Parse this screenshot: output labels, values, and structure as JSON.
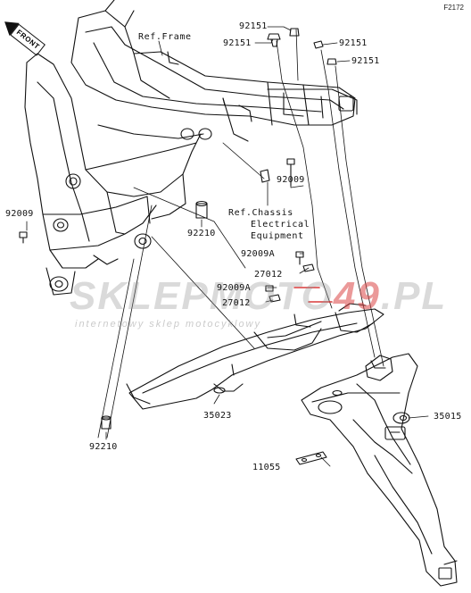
{
  "diagram": {
    "figure_code": "F2172",
    "front_marker": "FRONT",
    "watermark": {
      "brand_left": "SKLEPMOTO",
      "brand_mid": "49",
      "brand_right": ".PL",
      "tagline": "internetowy sklep motocyklowy"
    },
    "callouts": {
      "p92151_a": "92151",
      "p92151_b": "92151",
      "p92151_c": "92151",
      "p92151_d": "92151",
      "ref_frame": "Ref.Frame",
      "p92009_right": "92009",
      "p92009_left": "92009",
      "ref_chassis_1": "Ref.Chassis",
      "ref_chassis_2": "Electrical",
      "ref_chassis_3": "Equipment",
      "p92210_top": "92210",
      "p92009A_a": "92009A",
      "p27012_a": "27012",
      "p92009A_b": "92009A",
      "p27012_b": "27012",
      "p35023": "35023",
      "p35015": "35015",
      "p92210_bottom": "92210",
      "p11055": "11055"
    }
  }
}
